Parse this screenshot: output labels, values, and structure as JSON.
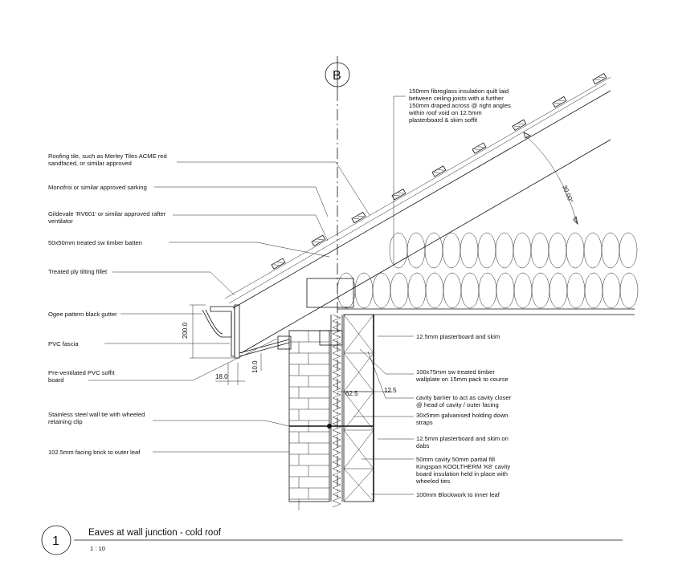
{
  "section_marker": "B",
  "detail_number": "1",
  "title": "Eaves at wall junction - cold roof",
  "scale": "1 : 10",
  "angle_label": "30.00°",
  "dimensions": {
    "gutter_height": "200.0",
    "fascia_offset": "18.0",
    "soffit_gap": "10.0",
    "cavity_a": "62.5",
    "cavity_b": "12.5"
  },
  "left_labels": [
    [
      "Roofing tile, such as Merley Tiles ACME red",
      "sandfaced, or similar approved"
    ],
    [
      "Monofroi or similar approved sarking"
    ],
    [
      "Gildevale 'RV601' or similar approved rafter",
      "ventilator"
    ],
    [
      "50x50mm treated sw timber batten"
    ],
    [
      "Treated ply tilting fillet"
    ],
    [
      "Ogee pattern black gutter"
    ],
    [
      "PVC fascia"
    ],
    [
      "Pre-ventilated PVC soffit",
      "board"
    ],
    [
      "Stainless steel wall tie with wheeled",
      "retaining clip"
    ],
    [
      "102.5mm facing brick to outer leaf"
    ]
  ],
  "right_labels": [
    [
      "150mm fibreglass insulation quilt laid",
      "between ceiling joists with a further",
      "150mm draped across @ right angles",
      "within roof void on 12.5mm",
      "plasterboard & skim soffit"
    ],
    [
      "12.5mm plasterboard and skim"
    ],
    [
      "100x75mm sw treated timber",
      "wallplate on 15mm pack to course"
    ],
    [
      "cavity barrier to act as cavity closer",
      "@ head of cavity / outer facing"
    ],
    [
      "30x5mm galvanised holding down",
      "straps"
    ],
    [
      "12.5mm plasterboard and skim on",
      "dabs"
    ],
    [
      "50mm cavity 50mm partial fill",
      "Kingspan KOOLTHERM 'K8' cavity",
      "board insulation held in place with",
      "wheeled ties"
    ],
    [
      "100mm Blockwork to inner leaf"
    ]
  ]
}
